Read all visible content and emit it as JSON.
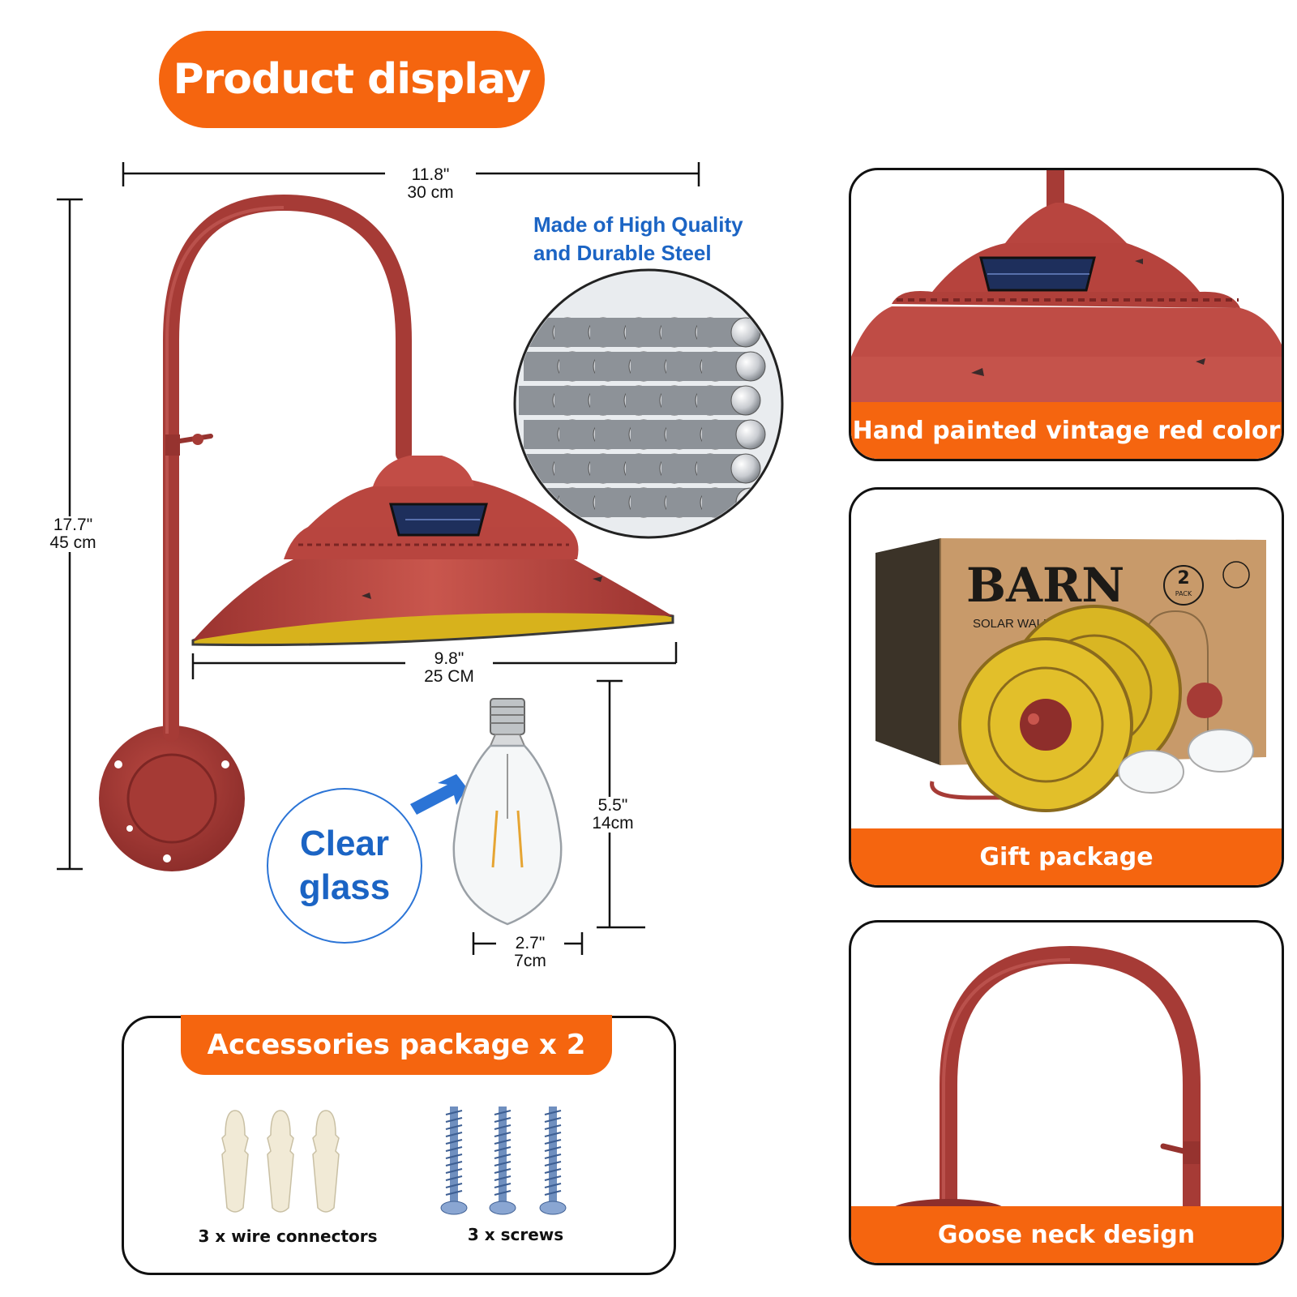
{
  "title": "Product display",
  "dimensions": {
    "width_top": {
      "in": "11.8\"",
      "cm": "30 cm"
    },
    "height_total": {
      "in": "17.7\"",
      "cm": "45 cm"
    },
    "shade_width": {
      "in": "9.8\"",
      "cm": "25 CM"
    },
    "bulb_height": {
      "in": "5.5\"",
      "cm": "14cm"
    },
    "bulb_width": {
      "in": "2.7\"",
      "cm": "7cm"
    }
  },
  "steel": {
    "line1": "Made of High Quality",
    "line2": "and Durable Steel"
  },
  "bulb_callout": {
    "line1": "Clear",
    "line2": "glass"
  },
  "cards": [
    {
      "label": "Hand painted vintage red color"
    },
    {
      "label": "Gift package"
    },
    {
      "label": "Goose neck design"
    }
  ],
  "box_print": {
    "brand": "BARN",
    "sub": "SOLAR WALL LIGHT",
    "pack_num": "2",
    "pack_word": "PACK"
  },
  "accessories": {
    "title": "Accessories package x 2",
    "connectors_label": "3 x wire connectors",
    "screws_label": "3 x screws"
  },
  "colors": {
    "accent": "#f5650f",
    "lamp_red": "#b4403a",
    "blue_text": "#1b64c4",
    "gold": "#d7b21c"
  }
}
